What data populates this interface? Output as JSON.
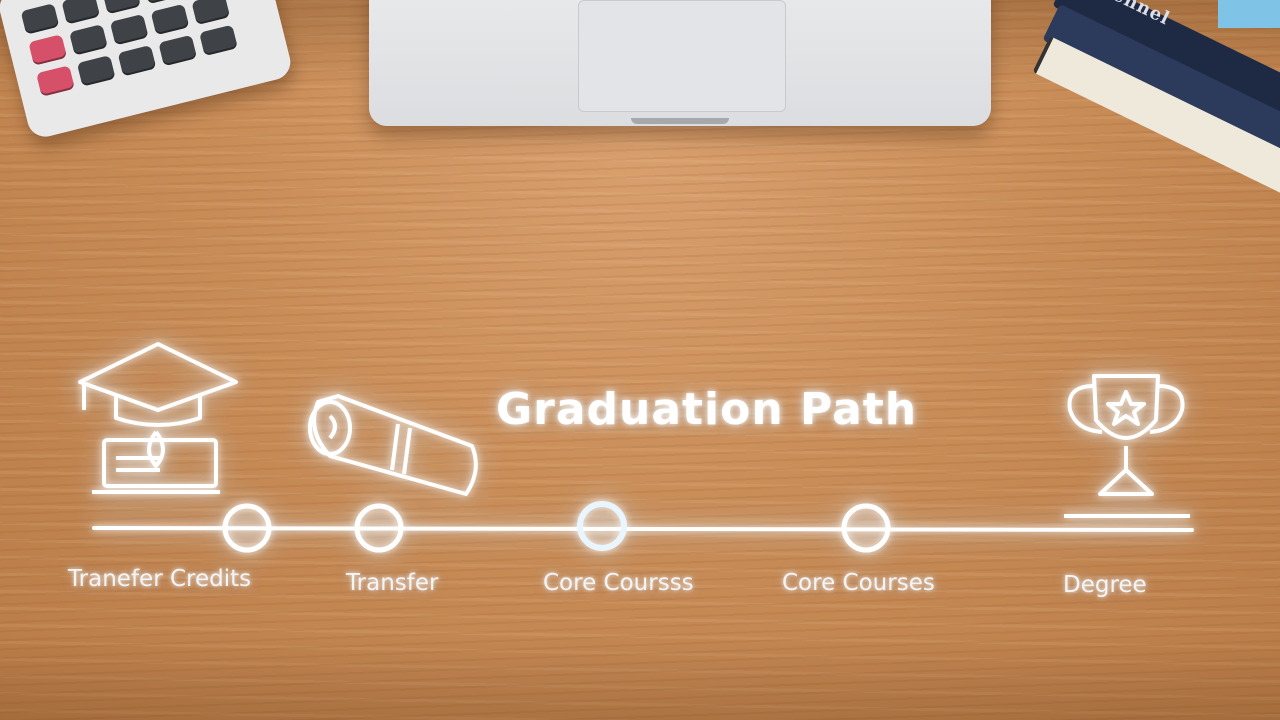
{
  "title": "Graduation Path",
  "steps": [
    {
      "label": "Tranefer Credits"
    },
    {
      "label": "Transfer"
    },
    {
      "label": "Core Coursss"
    },
    {
      "label": "Core Courses"
    },
    {
      "label": "Degree"
    }
  ],
  "book_spine_text": "Sennel",
  "colors": {
    "desk": "#c98d58",
    "glow": "#ffffff",
    "laptop": "#e2e3e6"
  },
  "icons": [
    "graduation-cap-icon",
    "diploma-scroll-icon",
    "trophy-icon"
  ]
}
